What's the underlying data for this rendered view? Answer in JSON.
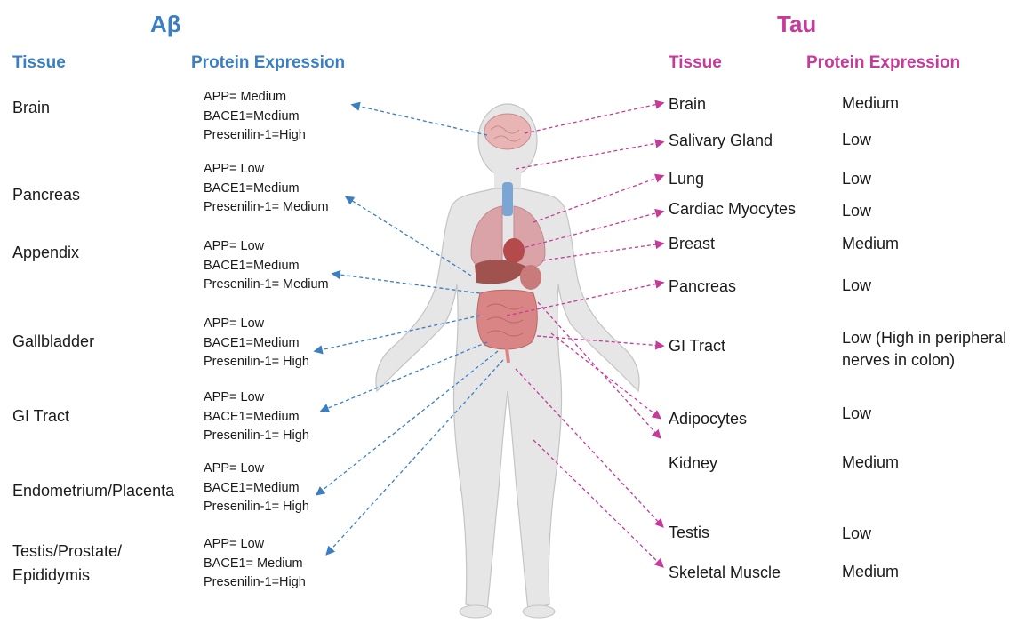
{
  "abeta": {
    "title": "Aβ",
    "tissue_header": "Tissue",
    "expression_header": "Protein Expression",
    "rows": [
      {
        "tissue": "Brain",
        "expr": [
          "APP= Medium",
          "BACE1=Medium",
          "Presenilin-1=High"
        ]
      },
      {
        "tissue": "Pancreas",
        "expr": [
          "APP= Low",
          "BACE1=Medium",
          "Presenilin-1= Medium"
        ]
      },
      {
        "tissue": "Appendix",
        "expr": [
          "APP= Low",
          "BACE1=Medium",
          "Presenilin-1= Medium"
        ]
      },
      {
        "tissue": "Gallbladder",
        "expr": [
          "APP= Low",
          "BACE1=Medium",
          "Presenilin-1= High"
        ]
      },
      {
        "tissue": "GI Tract",
        "expr": [
          "APP= Low",
          "BACE1=Medium",
          "Presenilin-1= High"
        ]
      },
      {
        "tissue": "Endometrium/Placenta",
        "expr": [
          "APP= Low",
          "BACE1=Medium",
          "Presenilin-1= High"
        ]
      },
      {
        "tissue": [
          "Testis/Prostate/",
          "Epididymis"
        ],
        "expr": [
          "APP= Low",
          "BACE1= Medium",
          "Presenilin-1=High"
        ]
      }
    ]
  },
  "tau": {
    "title": "Tau",
    "tissue_header": "Tissue",
    "expression_header": "Protein Expression",
    "rows": [
      {
        "tissue": "Brain",
        "expr": "Medium"
      },
      {
        "tissue": "Salivary Gland",
        "expr": "Low"
      },
      {
        "tissue": "Lung",
        "expr": "Low"
      },
      {
        "tissue": "Cardiac Myocytes",
        "expr": "Low"
      },
      {
        "tissue": "Breast",
        "expr": "Medium"
      },
      {
        "tissue": "Pancreas",
        "expr": "Low"
      },
      {
        "tissue": "GI Tract",
        "expr": [
          "Low (High in peripheral",
          "nerves in colon)"
        ]
      },
      {
        "tissue": "Adipocytes",
        "expr": "Low"
      },
      {
        "tissue": "Kidney",
        "expr": "Medium"
      },
      {
        "tissue": "Testis",
        "expr": "Low"
      },
      {
        "tissue": "Skeletal Muscle",
        "expr": "Medium"
      }
    ]
  },
  "colors": {
    "abeta": "#3a7fc4",
    "tau": "#c63a9a",
    "body": "#e6e6e6",
    "body_outline": "#c4c4c4",
    "brain": "#e8b4b4",
    "lungs": "#d9a3a8",
    "intestine": "#d98585",
    "liver": "#a0524e",
    "thyroid": "#7aa6d6"
  }
}
